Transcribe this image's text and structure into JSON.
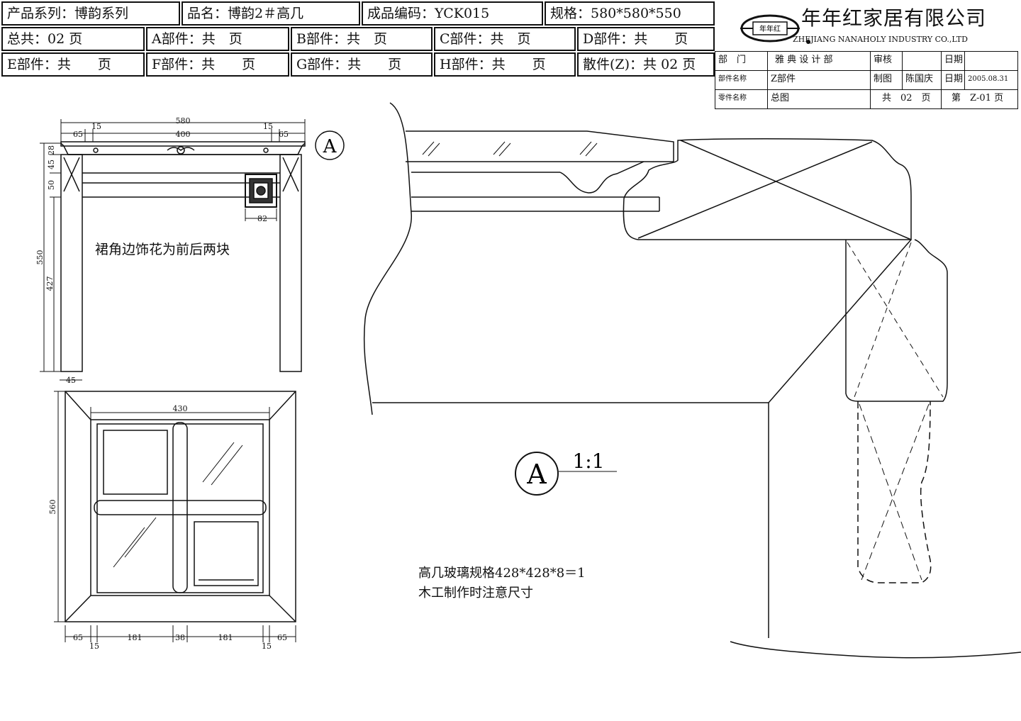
{
  "header": {
    "row1": [
      "产品系列：博韵系列",
      "品名：博韵2＃高几",
      "成品编码：YCK015",
      "规格：580*580*550"
    ],
    "row2": [
      "总共：02 页",
      "A部件：共　页",
      "B部件：共　页",
      "C部件：共　页",
      "D部件：共　　页"
    ],
    "row3": [
      "E部件：共　　页",
      "F部件：共　　页",
      "G部件：共　　页",
      "H部件：共　　页",
      "散件(Z)：共 02 页"
    ]
  },
  "company": {
    "name_cn": "年年红家居有限公司",
    "name_en": "ZHEJIANG NANAHOLY INDUSTRY CO.,LTD",
    "logo_text": "年年红"
  },
  "title_block": {
    "dept_label": "部　门",
    "dept_value": "雅 典 设 计 部",
    "review_label": "审核",
    "date_label": "日期",
    "part_label": "部件名称",
    "part_value": "Z部件",
    "drawn_label": "制图",
    "drawn_value": "陈国庆",
    "drawn_date": "2005.08.31",
    "piece_label": "零件名称",
    "piece_value": "总图",
    "total_pages": "共　02　页",
    "page_no": "第　Z-01 页"
  },
  "front_view": {
    "dims": {
      "overall_width": "580",
      "inner_width": "400",
      "side_a": "65",
      "side_b": "15",
      "height": "550",
      "leg_height": "427",
      "apron_a": "28",
      "apron_b": "45",
      "apron_c": "50",
      "leg_width": "45",
      "ornament": "82"
    },
    "note": "裙角边饰花为前后两块",
    "callout": "A"
  },
  "top_view": {
    "dims": {
      "inner": "430",
      "depth": "560",
      "edge": "65",
      "offset": "15",
      "panel": "181",
      "bar": "38"
    }
  },
  "detail": {
    "label": "A",
    "scale": "1:1",
    "note_line1": "高几玻璃规格428*428*8＝1",
    "note_line2": "木工制作时注意尺寸"
  }
}
